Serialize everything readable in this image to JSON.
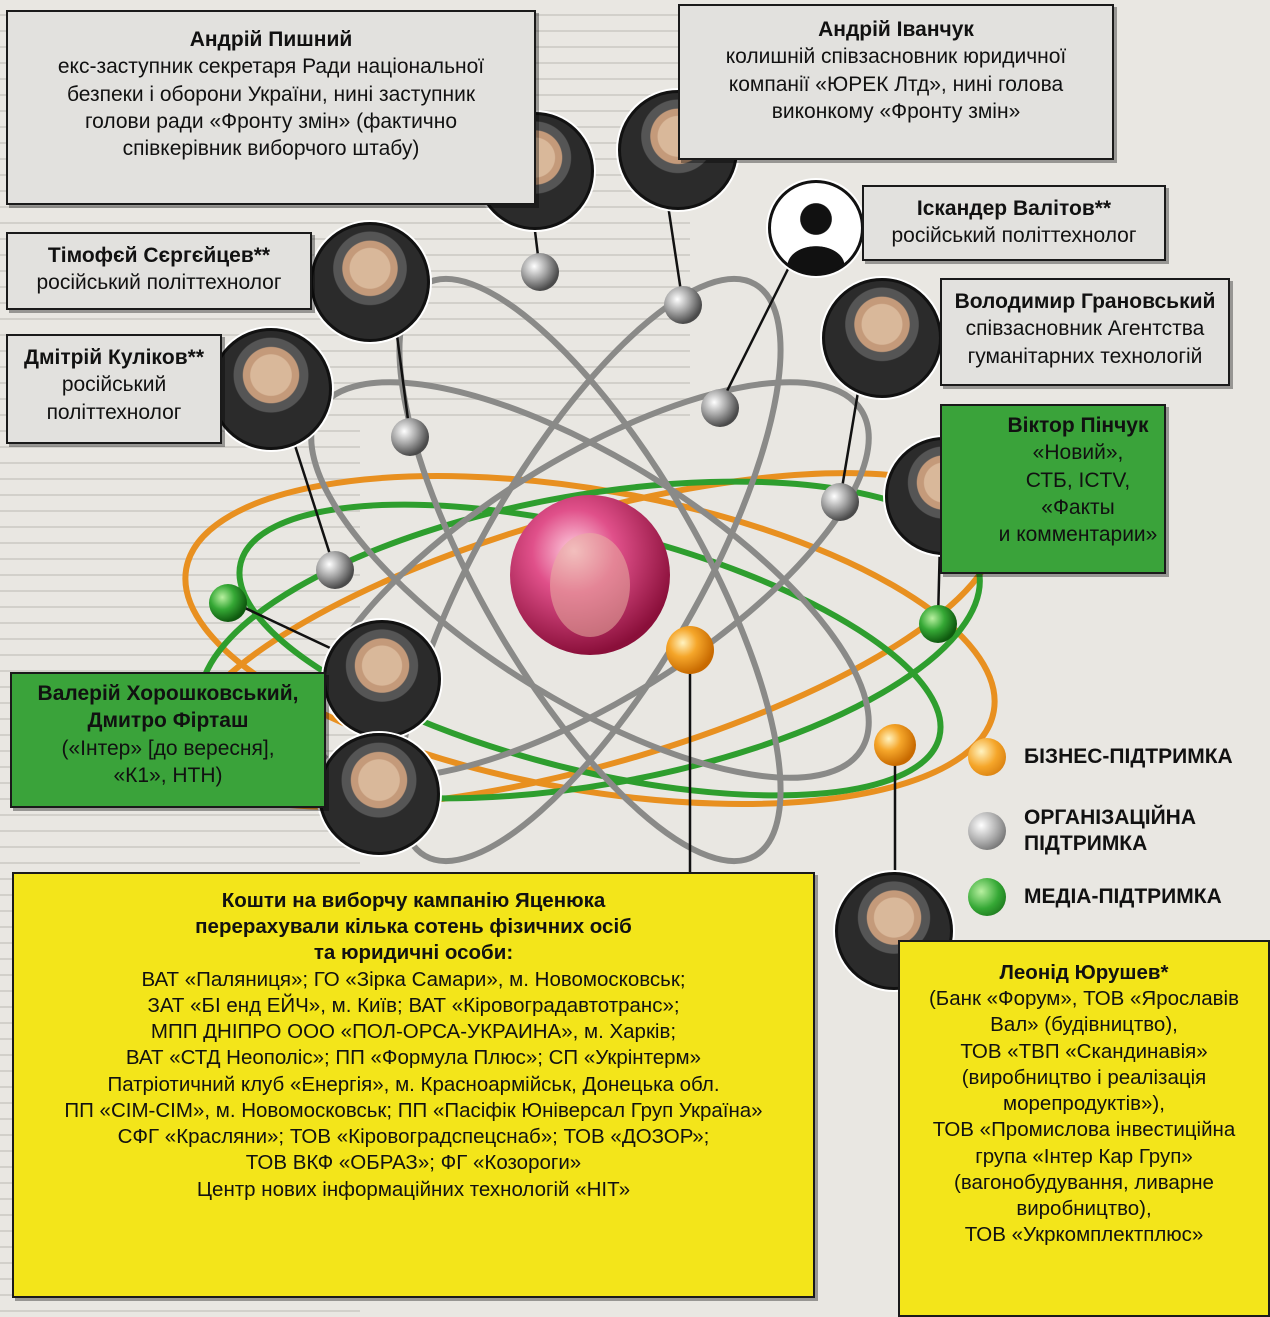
{
  "people": {
    "pyshnyi": {
      "name": "Андрій Пишний",
      "desc": [
        "екс-заступник секретаря Ради національної",
        "безпеки і оборони України, нині заступник",
        "голови ради «Фронту змін» (фактично",
        "співкерівник виборчого штабу)"
      ]
    },
    "ivanchuk": {
      "name": "Андрій Іванчук",
      "desc": [
        "колишній співзасновник юридичної",
        "компанії «ЮРЕК Лтд», нині голова",
        "виконкому «Фронту змін»"
      ]
    },
    "valitov": {
      "name": "Іскандер Валітов**",
      "desc": [
        "російський політтехнолог"
      ]
    },
    "sergeitsev": {
      "name": "Тімофєй Сєргєйцев**",
      "desc": [
        "російський політтехнолог"
      ]
    },
    "granovsky": {
      "name": "Володимир Грановський",
      "desc": [
        "співзасновник Агентства",
        "гуманітарних технологій"
      ]
    },
    "kulikov": {
      "name": "Дмітрій Кулікoв**",
      "desc": [
        "російський",
        "політтехнолог"
      ]
    },
    "pinchuk": {
      "name": "Віктор Пінчук",
      "desc": [
        "«Новий»,",
        "СТБ, ICTV,",
        "«Факты",
        "и комментарии»"
      ]
    },
    "khoroshkovsky": {
      "name": [
        "Валерій Хорошковський,",
        "Дмитро Фірташ"
      ],
      "desc": [
        "(«Інтер» [до вересня],",
        "«К1», НТН)"
      ]
    },
    "yurushev": {
      "name": "Леонід Юрушев*",
      "desc": [
        "(Банк «Форум», ТОВ «Ярославів",
        "Вал» (будівництво),",
        "ТОВ «ТВП «Скандинавія»",
        "(виробництво і реалізація",
        "морепродуктів»),",
        "ТОВ «Промислова інвестиційна",
        "група «Інтер Кар Груп»",
        "(вагонобудування, ливарне",
        "виробництво),",
        "ТОВ «Укркомплектплюс»"
      ]
    }
  },
  "funds": {
    "title": [
      "Кошти на виборчу кампанію Яценюка",
      "перерахували кілька сотень фізичних осіб",
      "та юридичні особи:"
    ],
    "lines": [
      "ВАТ «Паляниця»; ГО «Зірка Самари», м. Новомосковськ;",
      "ЗАТ «БІ енд ЕЙЧ», м. Київ; ВАТ «Кіровоградавтотранс»;",
      "МПП ДНІПРО ООО «ПОЛ-ОРСА-УКРАИНА», м. Харків;",
      "ВАТ «СТД Неополіс»; ПП «Формула Плюс»; СП «Укрінтерм»",
      "Патріотичний клуб «Енергія», м. Красноармійськ, Донецька обл.",
      "ПП «СІМ-СІМ», м. Новомосковськ; ПП «Пасіфік Юніверсал Груп Україна»",
      "СФГ «Красляни»; ТОВ «Кіровоградспецснаб»; ТОВ «ДОЗОР»;",
      "ТОВ ВКФ «ОБРАЗ»; ФГ «Козороги»",
      "Центр нових інформаційних технологій «НІТ»"
    ]
  },
  "legend": [
    {
      "label": [
        "БІЗНЕС-ПІДТРИМКА"
      ],
      "color": "#f0a020",
      "key": "business"
    },
    {
      "label": [
        "ОРГАНІЗАЦІЙНА",
        "ПІДТРИМКА"
      ],
      "color": "#9a9a9a",
      "key": "organizational"
    },
    {
      "label": [
        "МЕДІА-ПІДТРИМКА"
      ],
      "color": "#2e9e2e",
      "key": "media"
    }
  ],
  "colors": {
    "orbit_orange": "#e89020",
    "orbit_green": "#2e9e2e",
    "orbit_gray": "#8a8a88",
    "nucleus": "#d8246c"
  }
}
